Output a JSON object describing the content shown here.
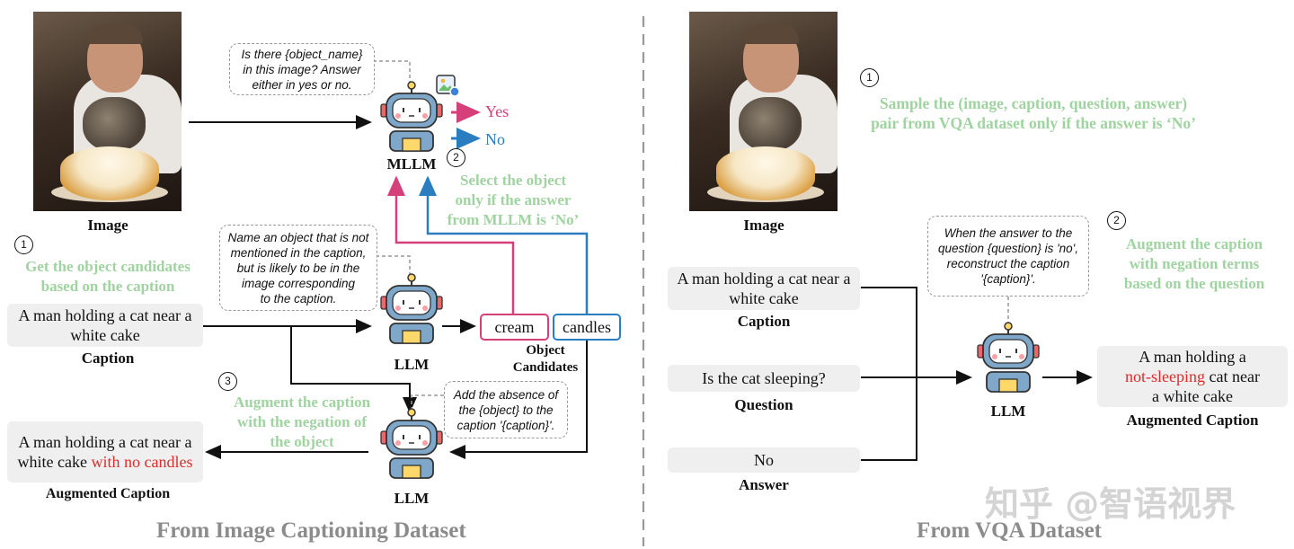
{
  "left": {
    "image_label": "Image",
    "step1_num": "1",
    "step1_text_l1": "Get the object candidates",
    "step1_text_l2": "based on the caption",
    "caption_l1": "A man holding a cat near a",
    "caption_l2": "white cake",
    "caption_label": "Caption",
    "prompt_mllm_l1": "Is there {object_name}",
    "prompt_mllm_l2": "in this image? Answer",
    "prompt_mllm_l3": "either in yes or no.",
    "yes": "Yes",
    "no": "No",
    "mllm_label": "MLLM",
    "step2_num": "2",
    "step2_l1": "Select the object",
    "step2_l2": "only if the answer",
    "step2_l3": "from MLLM is ‘No’",
    "prompt_llm_l1": "Name an object that is not",
    "prompt_llm_l2": "mentioned in the caption,",
    "prompt_llm_l3": "but is likely to be in the",
    "prompt_llm_l4": "image corresponding",
    "prompt_llm_l5": "to the caption.",
    "llm_label_1": "LLM",
    "cand1": "cream",
    "cand2": "candles",
    "cand_label_l1": "Object",
    "cand_label_l2": "Candidates",
    "step3_num": "3",
    "step3_l1": "Augment the caption",
    "step3_l2": "with the negation of",
    "step3_l3": "the object",
    "prompt_aug_l1": "Add the absence of",
    "prompt_aug_l2": "the {object} to the",
    "prompt_aug_l3": "caption '{caption}'.",
    "llm_label_2": "LLM",
    "aug_l1": "A man holding a cat near a",
    "aug_l2a": "white cake ",
    "aug_l2b": "with no candles",
    "aug_label": "Augmented Caption",
    "footer": "From Image Captioning Dataset"
  },
  "right": {
    "image_label": "Image",
    "step1_num": "1",
    "step1_l1": "Sample the (image, caption, question, answer)",
    "step1_l2": "pair from VQA dataset only if the answer is ‘No’",
    "step2_num": "2",
    "step2_l1": "Augment the caption",
    "step2_l2": "with negation terms",
    "step2_l3": "based on the question",
    "prompt_l1": "When the answer to the",
    "prompt_l2": "question {question} is 'no',",
    "prompt_l3": "reconstruct the caption",
    "prompt_l4": "'{caption}'.",
    "caption_l1": "A man holding a cat near a",
    "caption_l2": "white cake",
    "caption_label": "Caption",
    "question": "Is the cat sleeping?",
    "question_label": "Question",
    "answer": "No",
    "answer_label": "Answer",
    "llm_label": "LLM",
    "aug_l1": "A man holding a",
    "aug_l2a": "not-sleeping",
    "aug_l2b": " cat near",
    "aug_l3": "a white cake",
    "aug_label": "Augmented Caption",
    "footer": "From VQA Dataset"
  },
  "watermark": "知乎 @智语视界",
  "colors": {
    "green": "#9fd4a0",
    "pink": "#d6407a",
    "blue": "#2a7ec0",
    "red": "#e02b2b",
    "footer_gray": "#8c8c8c"
  }
}
